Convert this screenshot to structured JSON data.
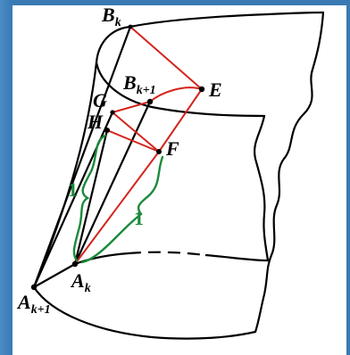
{
  "diagram": {
    "points": {
      "Bk": {
        "main": "B",
        "sub": "k"
      },
      "Bk1": {
        "main": "B",
        "sub": "k+1"
      },
      "E": {
        "main": "E",
        "sub": ""
      },
      "G": {
        "main": "G",
        "sub": ""
      },
      "H": {
        "main": "H",
        "sub": ""
      },
      "F": {
        "main": "F",
        "sub": ""
      },
      "Ak": {
        "main": "A",
        "sub": "k"
      },
      "Ak1": {
        "main": "A",
        "sub": "k+1"
      }
    },
    "unit_labels": {
      "left": "1",
      "right": "1"
    },
    "colors": {
      "surface_stroke": "#000000",
      "construction": "#d4241c",
      "unit_brace": "#1a8a3a",
      "frame": "#3a7ab3"
    }
  }
}
